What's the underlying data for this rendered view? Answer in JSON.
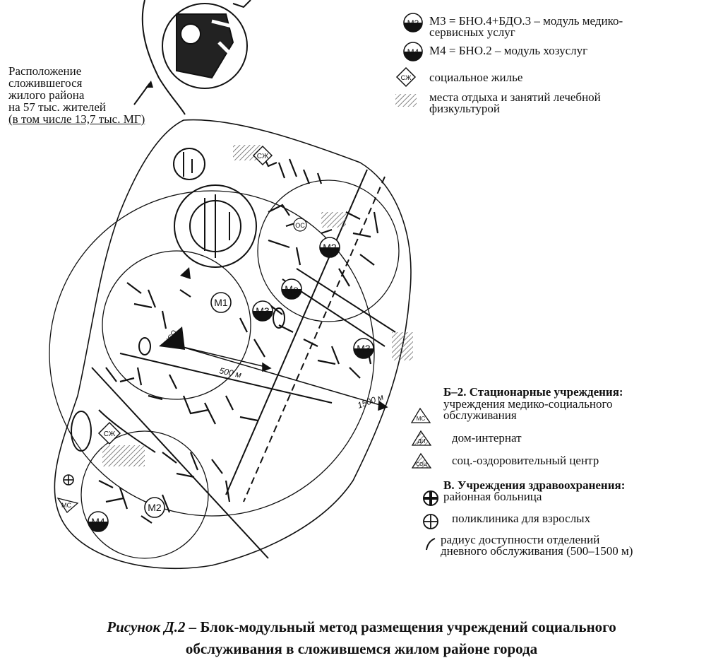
{
  "legend_top": {
    "m3": {
      "code": "М3",
      "text_line1": "М3 = БНО.4+БДО.3 – модуль медико-",
      "text_line2": "сервисных услуг"
    },
    "m4": {
      "code": "М4",
      "text": "М4 = БНО.2 – модуль хозуслуг"
    },
    "sz": {
      "code": "СЖ",
      "text": "социальное жилье"
    },
    "rest": {
      "text_line1": "места отдыха и занятий лечебной",
      "text_line2": "физкультурой"
    }
  },
  "location_note": {
    "line1": "Расположение",
    "line2": "сложившегося",
    "line3": "жилого района",
    "line4": "на 57 тыс. жителей",
    "line5": "(в том числе 13,7 тыс. МГ)"
  },
  "legend_b2": {
    "title": "Б–2. Стационарные учреждения:",
    "ms": {
      "code": "МС",
      "line1": "учреждения медико-социального",
      "line2": "обслуживания"
    },
    "di": {
      "code": "ДИ",
      "text": "дом-интернат"
    },
    "soc": {
      "code": "СОЦ",
      "text": "соц.-оздоровительный центр"
    }
  },
  "legend_v": {
    "title": "В. Учреждения здравоохранения:",
    "hospital": "районная больница",
    "polyclinic": "поликлиника для взрослых",
    "radius_line1": "радиус доступности отделений",
    "radius_line2": "дневного обслуживания (500–1500 м)"
  },
  "map_labels": {
    "m1": "М1",
    "m2a": "М2",
    "m2b": "М2",
    "m3a": "М3",
    "m3b": "М3",
    "m4": "М4",
    "mo": "Мо",
    "sz_top": "СЖ",
    "sz_bottom": "СЖ",
    "ms": "МС",
    "oc": "ОС",
    "cso": "ЦСО",
    "d500": "500 м",
    "d1500": "1500 м"
  },
  "caption": {
    "fig": "Рисунок Д.2 –",
    "line1": " Блок-модульный метод размещения учреждений социального",
    "line2": "обслуживания в сложившемся жилом районе города"
  },
  "colors": {
    "ink": "#111111",
    "paper": "#ffffff",
    "hatch": "#888888"
  }
}
